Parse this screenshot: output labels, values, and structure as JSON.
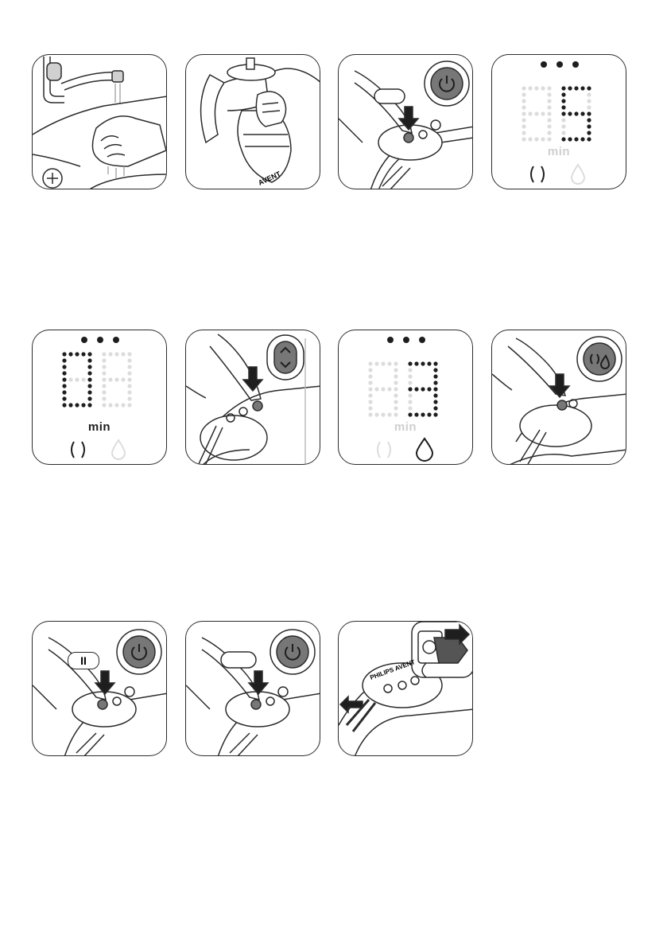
{
  "panels": [
    {
      "id": "wash-hands",
      "icon": "hand-washing-icon"
    },
    {
      "id": "assemble-pump",
      "icon": "breast-pump-assembly-icon",
      "brand": "AVENT"
    },
    {
      "id": "press-power",
      "icon": "press-power-button-icon"
    },
    {
      "id": "display-stimulation",
      "icon": "display-icon",
      "min_label": "min"
    },
    {
      "id": "display-expression-mode",
      "icon": "display-icon",
      "min_label": "min"
    },
    {
      "id": "adjust-level",
      "icon": "level-up-down-icon"
    },
    {
      "id": "display-expression-drop",
      "icon": "display-icon",
      "min_label": "min"
    },
    {
      "id": "switch-mode",
      "icon": "mode-switch-icon"
    },
    {
      "id": "pause-power",
      "icon": "pause-power-icon",
      "pause_label": "II"
    },
    {
      "id": "power-off",
      "icon": "power-off-icon"
    },
    {
      "id": "unplug",
      "icon": "unplug-adapter-icon",
      "brand": "PHILIPS AVENT"
    }
  ],
  "colors": {
    "line": "#2b2b2b",
    "dot_on": "#1e1e1e",
    "dot_off": "#dcdcdc",
    "button_fill": "#777777"
  }
}
